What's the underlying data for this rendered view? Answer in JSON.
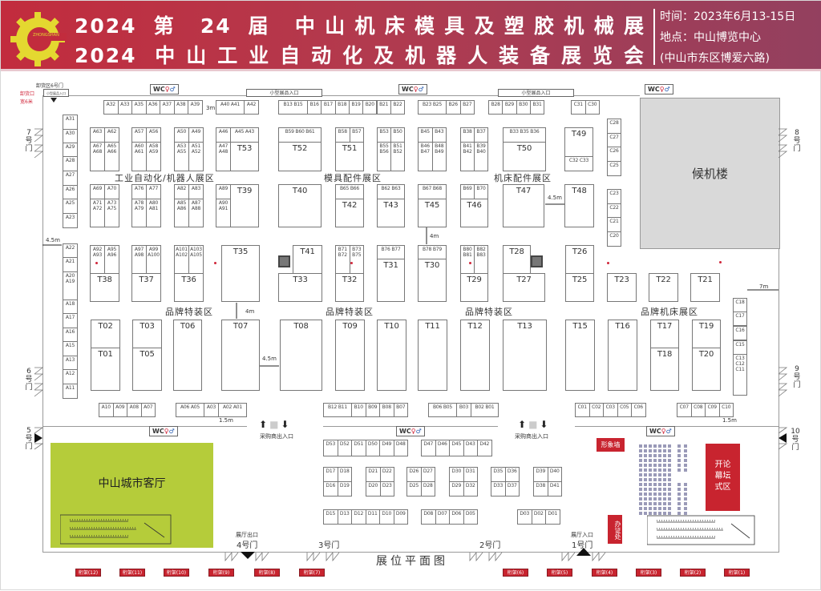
{
  "header": {
    "logo_text": "ZHONGSHAN",
    "title_line1": "2024 第 24 届 中山机床模具及塑胶机械展",
    "title_line2": "2024 中山工业自动化及机器人装备展览会",
    "time": "时间：2023年6月13-15日",
    "location": "地点：中山博览中心",
    "address": "(中山市东区博爱六路)",
    "brand_color": "#c22c3d"
  },
  "map": {
    "title": "展位平面图",
    "unloading_gate": "卸货区6号门",
    "unloading_port": "卸货口",
    "unloading_width": "宽6米",
    "small_exhibit_entry": "小型展品入口",
    "wc": "WC",
    "buyer_entry": "采购商出入口",
    "hall_exit": "展厅出口",
    "hall_entry": "展厅入口",
    "terminal": "候机楼",
    "city_lounge": "中山城市客厅",
    "image_wall": "形象墙",
    "badge_office": "办证处",
    "forum_lines": [
      "开论",
      "幕坛",
      "式区"
    ],
    "zones": [
      "工业自动化/机器人展区",
      "模具配件展区",
      "机床配件展区",
      "品牌特装区",
      "品牌特装区",
      "品牌特装区",
      "品牌机床展区"
    ],
    "distances": [
      "3m",
      "4.5m",
      "4m",
      "4.5m",
      "1.5m",
      "4m",
      "4.5m",
      "7m",
      "1.5m"
    ],
    "doors": {
      "d1": "1号门",
      "d2": "2号门",
      "d3": "3号门",
      "d4": "4号门",
      "d5": [
        "5",
        "号",
        "门"
      ],
      "d6": [
        "6",
        "号",
        "门"
      ],
      "d7": [
        "7",
        "号",
        "门"
      ],
      "d8": [
        "8",
        "号",
        "门"
      ],
      "d9": [
        "9",
        "号",
        "门"
      ],
      "d10": [
        "10",
        "号",
        "门"
      ]
    },
    "trusses": [
      "桁架(12)",
      "桁架(11)",
      "桁架(10)",
      "桁架(9)",
      "桁架(8)",
      "桁架(7)",
      "桁架(6)",
      "桁架(5)",
      "桁架(4)",
      "桁架(3)",
      "桁架(2)",
      "桁架(1)"
    ],
    "booths": [
      "A32",
      "A33",
      "A35",
      "A36",
      "A37",
      "A38",
      "A39",
      "A40 A41",
      "A42",
      "B13 B15",
      "B16",
      "B17",
      "B18",
      "B19",
      "B20",
      "B21",
      "B22",
      "B23 B25",
      "B26",
      "B27",
      "B28",
      "B29",
      "B30",
      "B31",
      "C31",
      "C30",
      "A31",
      "A30",
      "A29",
      "A28",
      "A27",
      "A26",
      "A25",
      "A23",
      "A22",
      "A21",
      "A20 A19",
      "A18",
      "A17",
      "A16",
      "A15",
      "A13",
      "A12",
      "A11",
      "C28",
      "C27",
      "C26",
      "C25",
      "C23",
      "C22",
      "C21",
      "C20",
      "C18",
      "C17",
      "C16",
      "C15",
      "C13 C12 C11",
      "A63",
      "A62",
      "A67 A68",
      "A65 A66",
      "A57",
      "A56",
      "A60 A61",
      "A58 A59",
      "A50",
      "A49",
      "A53 A55",
      "A51 A52",
      "A46",
      "A45 A43",
      "A47 A48",
      "T53",
      "B59 B60 B61",
      "T52",
      "B58",
      "B57",
      "T51",
      "B53",
      "B50",
      "B55 B56",
      "B51 B52",
      "B45",
      "B43",
      "B46 B47",
      "B48 B49",
      "B38",
      "B37",
      "B41 B42",
      "B39 B40",
      "B33 B35 B36",
      "T50",
      "T49",
      "C32 C33",
      "A69",
      "A70",
      "A71 A72",
      "A73 A75",
      "A76",
      "A77",
      "A78 A79",
      "A80 A81",
      "A82",
      "A83",
      "A85 A86",
      "A87 A88",
      "A89",
      "A90 A91",
      "T39",
      "T40",
      "B65 B66",
      "T42",
      "B62 B63",
      "T43",
      "B67 B68",
      "T45",
      "B69",
      "B70",
      "T46",
      "T47",
      "T48",
      "A92 A93",
      "A95 A96",
      "T38",
      "A97 A98",
      "A99 A100",
      "T37",
      "A101 A102",
      "A103 A105",
      "T36",
      "T35",
      "T41",
      "T33",
      "B71 B72",
      "B73 B75",
      "T32",
      "B76 B77",
      "T31",
      "B78 B79",
      "T30",
      "B80 B81",
      "B82 B83",
      "T29",
      "T28",
      "T27",
      "T26",
      "T25",
      "T23",
      "T22",
      "T21",
      "T02",
      "T01",
      "T03",
      "T05",
      "T06",
      "T07",
      "T08",
      "T09",
      "T10",
      "T11",
      "T12",
      "T13",
      "T15",
      "T16",
      "T17",
      "T18",
      "T19",
      "T20",
      "A10",
      "A09",
      "A08",
      "A07",
      "A06 A05",
      "A03",
      "A02 A01",
      "B12 B11",
      "B10",
      "B09",
      "B08",
      "B07",
      "B06 B05",
      "B03",
      "B02 B01",
      "C01",
      "C02",
      "C03",
      "C05",
      "C06",
      "C07",
      "C08",
      "C09",
      "C10",
      "D53",
      "D52",
      "D51",
      "D50",
      "D49",
      "D48",
      "D47",
      "D46",
      "D45",
      "D43",
      "D42",
      "D17",
      "D16",
      "D18",
      "D19",
      "D21",
      "D20",
      "D22",
      "D23",
      "D26",
      "D25",
      "D27",
      "D28",
      "D30",
      "D29",
      "D31",
      "D32",
      "D35",
      "D33",
      "D36",
      "D37",
      "D39",
      "D38",
      "D40",
      "D41",
      "D15",
      "D13",
      "D12",
      "D11",
      "D10",
      "D09",
      "D08",
      "D07",
      "D06",
      "D05",
      "D03",
      "D02",
      "D01"
    ]
  }
}
